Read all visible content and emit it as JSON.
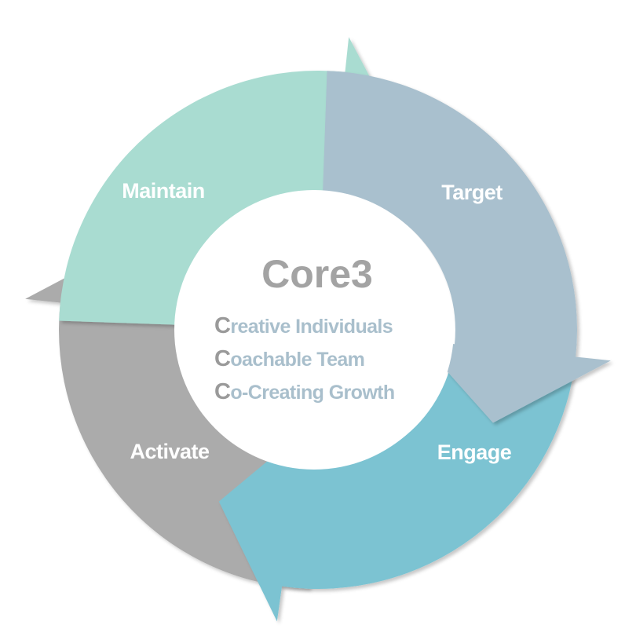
{
  "diagram": {
    "center": {
      "title": "Core3",
      "lines": [
        {
          "initial": "C",
          "rest": "reative Individuals"
        },
        {
          "initial": "C",
          "rest": "oachable Team"
        },
        {
          "initial": "C",
          "rest": "o-Creating Growth"
        }
      ]
    },
    "stages": [
      {
        "label": "Maintain",
        "color": "#a9dcd1"
      },
      {
        "label": "Target",
        "color": "#a9c0ce"
      },
      {
        "label": "Engage",
        "color": "#7cc3d2"
      },
      {
        "label": "Activate",
        "color": "#ababab"
      }
    ],
    "colors": {
      "center_title": "#a3a3a3",
      "center_initials": "#9a9a9a",
      "center_text": "#a9bfcc",
      "background": "#ffffff"
    }
  }
}
